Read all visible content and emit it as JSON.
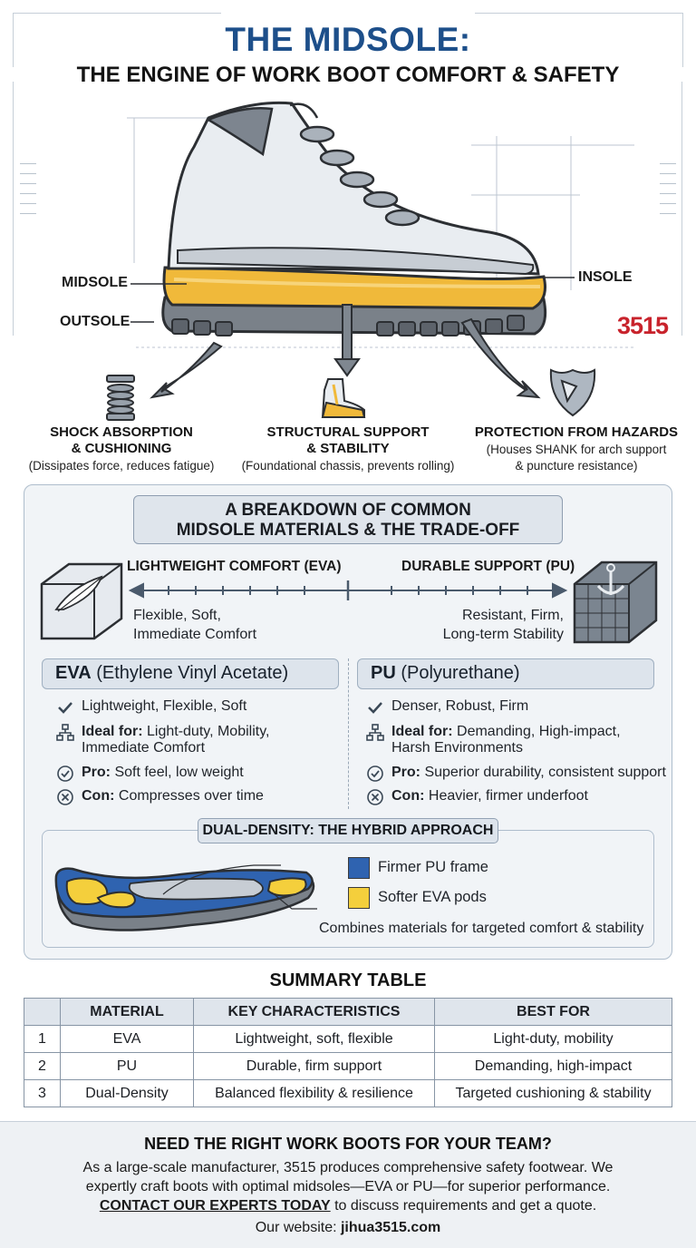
{
  "header": {
    "title": "THE MIDSOLE:",
    "subtitle": "THE ENGINE OF WORK BOOT COMFORT & SAFETY"
  },
  "boot_diagram": {
    "labels": {
      "midsole": "MIDSOLE",
      "outsole": "OUTSOLE",
      "insole": "INSOLE"
    },
    "brand_mark": "3515",
    "colors": {
      "midsole": "#f0b93a",
      "outsole": "#7c838c",
      "upper": "#e9edf1",
      "accent": "#1d4f8a",
      "brand": "#c8232c"
    }
  },
  "benefits": [
    {
      "icon": "spring-icon",
      "title_line1": "SHOCK ABSORPTION",
      "title_line2": "& CUSHIONING",
      "desc": "(Dissipates force, reduces fatigue)"
    },
    {
      "icon": "boot-chassis-icon",
      "title_line1": "STRUCTURAL SUPPORT",
      "title_line2": "& STABILITY",
      "desc": "(Foundational chassis, prevents rolling)"
    },
    {
      "icon": "shield-icon",
      "title_line1": "PROTECTION FROM HAZARDS",
      "desc_line1": "(Houses SHANK for arch support",
      "desc_line2": "& puncture resistance)"
    }
  ],
  "breakdown": {
    "title_line1": "A BREAKDOWN OF COMMON",
    "title_line2": "MIDSOLE MATERIALS & THE TRADE-OFF",
    "scale": {
      "left_label": "LIGHTWEIGHT COMFORT (EVA)",
      "right_label": "DURABLE SUPPORT (PU)",
      "left_desc_line1": "Flexible, Soft,",
      "left_desc_line2": "Immediate Comfort",
      "right_desc_line1": "Resistant, Firm,",
      "right_desc_line2": "Long-term Stability",
      "left_icon": "feather-cube-icon",
      "right_icon": "anchor-cube-icon"
    },
    "eva": {
      "abbr": "EVA",
      "full": " (Ethylene Vinyl Acetate)",
      "traits": "Lightweight, Flexible, Soft",
      "ideal_label": "Ideal for:",
      "ideal_line1": " Light-duty, Mobility,",
      "ideal_line2": "Immediate Comfort",
      "pro_label": "Pro:",
      "pro": " Soft feel, low weight",
      "con_label": "Con:",
      "con": " Compresses over time"
    },
    "pu": {
      "abbr": "PU",
      "full": " (Polyurethane)",
      "traits": "Denser, Robust, Firm",
      "ideal_label": "Ideal for:",
      "ideal_line1": " Demanding, High-impact,",
      "ideal_line2": "Harsh Environments",
      "pro_label": "Pro:",
      "pro": " Superior durability, consistent support",
      "con_label": "Con:",
      "con": " Heavier, firmer underfoot"
    },
    "hybrid": {
      "title": "DUAL-DENSITY: THE HYBRID APPROACH",
      "legend": [
        {
          "label": "Firmer PU frame",
          "color": "#2f63b0"
        },
        {
          "label": "Softer EVA pods",
          "color": "#f4cf3c"
        }
      ],
      "note": "Combines materials for targeted comfort & stability"
    }
  },
  "summary": {
    "title": "SUMMARY TABLE",
    "headers": [
      "",
      "MATERIAL",
      "KEY CHARACTERISTICS",
      "BEST FOR"
    ],
    "rows": [
      [
        "1",
        "EVA",
        "Lightweight, soft, flexible",
        "Light-duty, mobility"
      ],
      [
        "2",
        "PU",
        "Durable, firm support",
        "Demanding, high-impact"
      ],
      [
        "3",
        "Dual-Density",
        "Balanced flexibility & resilience",
        "Targeted cushioning & stability"
      ]
    ]
  },
  "cta": {
    "heading": "NEED THE RIGHT WORK BOOTS FOR YOUR TEAM?",
    "line1": "As a large-scale manufacturer, 3515 produces comprehensive safety footwear. We",
    "line2": "expertly craft boots with optimal midsoles—EVA or PU—for superior performance.",
    "contact_link": "CONTACT OUR EXPERTS TODAY",
    "line3_rest": " to discuss requirements and get a quote.",
    "website_label": "Our website: ",
    "website": "jihua3515.com"
  }
}
